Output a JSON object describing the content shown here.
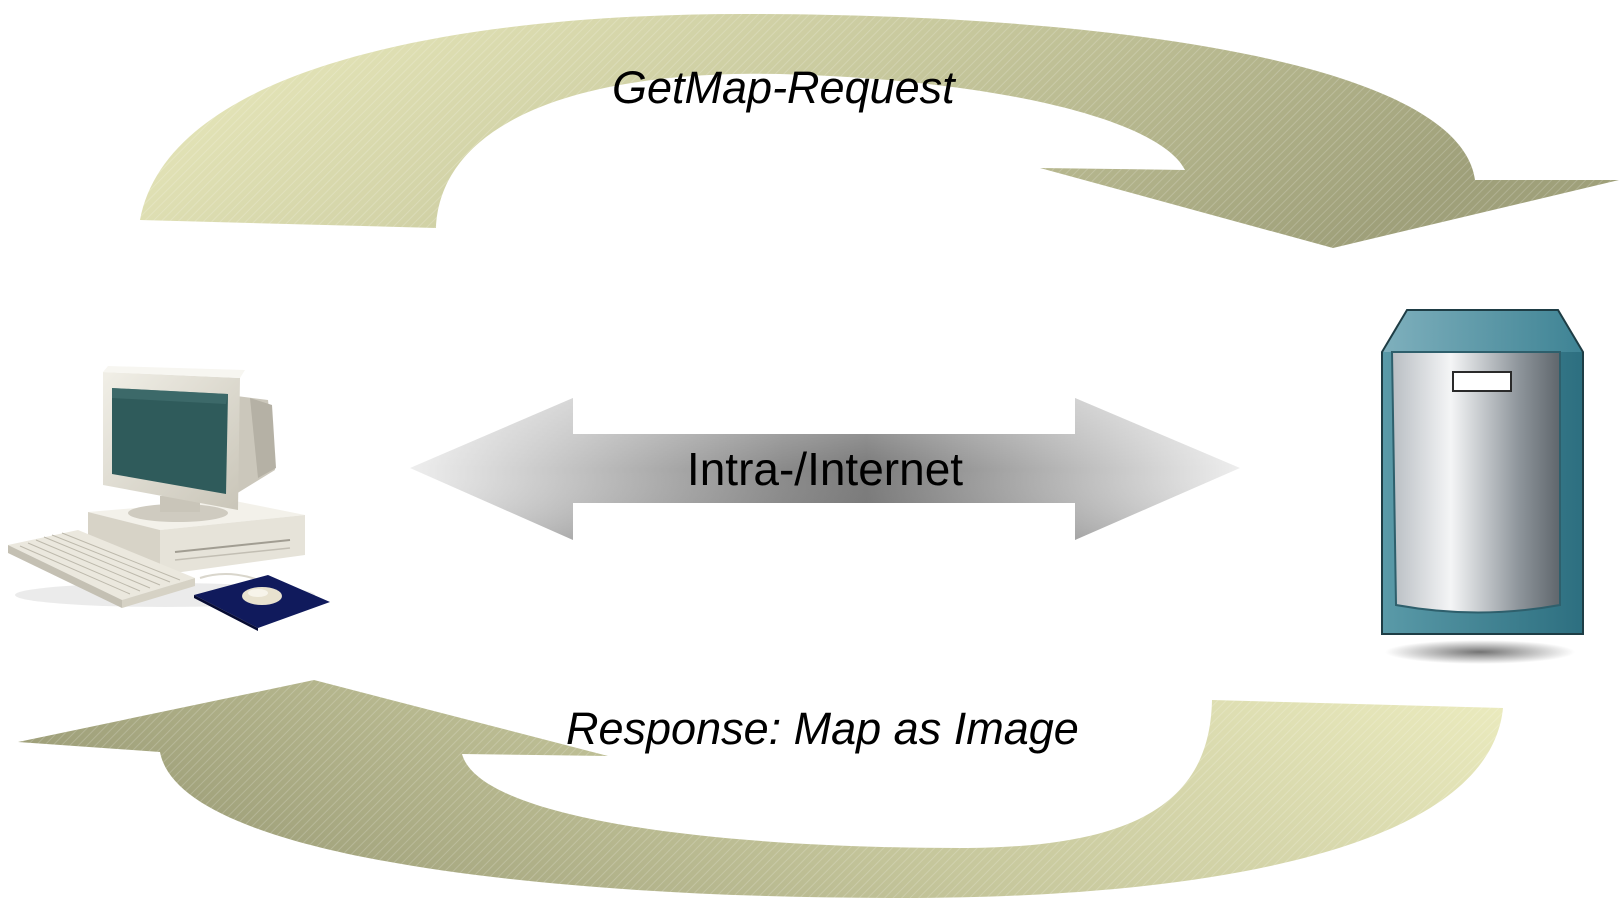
{
  "labels": {
    "request": "GetMap-Request",
    "response": "Response: Map as Image",
    "network": "Intra-/Internet"
  },
  "nodes": {
    "client": {
      "icon": "desktop-computer-icon"
    },
    "server": {
      "icon": "server-tower-icon"
    }
  },
  "colors": {
    "arc_light": "#e6e6b3",
    "arc_dark": "#a8a981",
    "network_arrow_light": "#e0e0e0",
    "network_arrow_dark": "#7a7a7a",
    "server_body": "#3f8494",
    "mousepad": "#101a5c",
    "monitor_screen": "#2f5b5b"
  }
}
